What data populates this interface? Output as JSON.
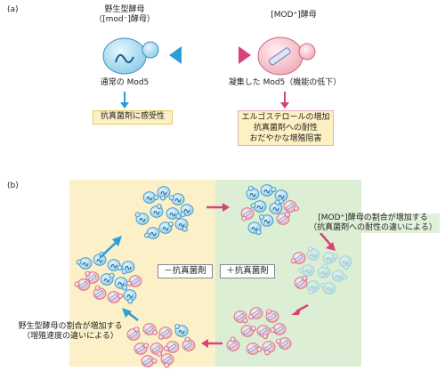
{
  "panel_a": {
    "label": "(a)",
    "wild_title_line1": "野生型酵母",
    "wild_title_line2": "（[mod⁻]酵母）",
    "mod_title": "[MOD⁺]酵母",
    "wild_caption": "通常の Mod5",
    "mod_caption": "凝集した Mod5（機能の低下）",
    "wild_box": "抗真菌剤に感受性",
    "mod_box": [
      "エルゴステロールの増加",
      "抗真菌剤への耐性",
      "おだやかな増殖阻害"
    ]
  },
  "panel_b": {
    "label": "(b)",
    "left_center": "－抗真菌剤",
    "right_center": "＋抗真菌剤",
    "right_note": [
      "[MOD⁺]酵母の割合が増加する",
      "（抗真菌剤への耐性の違いによる）"
    ],
    "left_note": [
      "野生型酵母の割合が増加する",
      "（増殖速度の違いによる）"
    ]
  },
  "colors": {
    "wild_cell": "#9fd4ee",
    "mod_cell": "#f6c2cc",
    "blue_arrow": "#2a9ed6",
    "pink_arrow": "#d8427a",
    "left_panel": "#fbf0c8",
    "right_panel": "#dcefd4"
  }
}
